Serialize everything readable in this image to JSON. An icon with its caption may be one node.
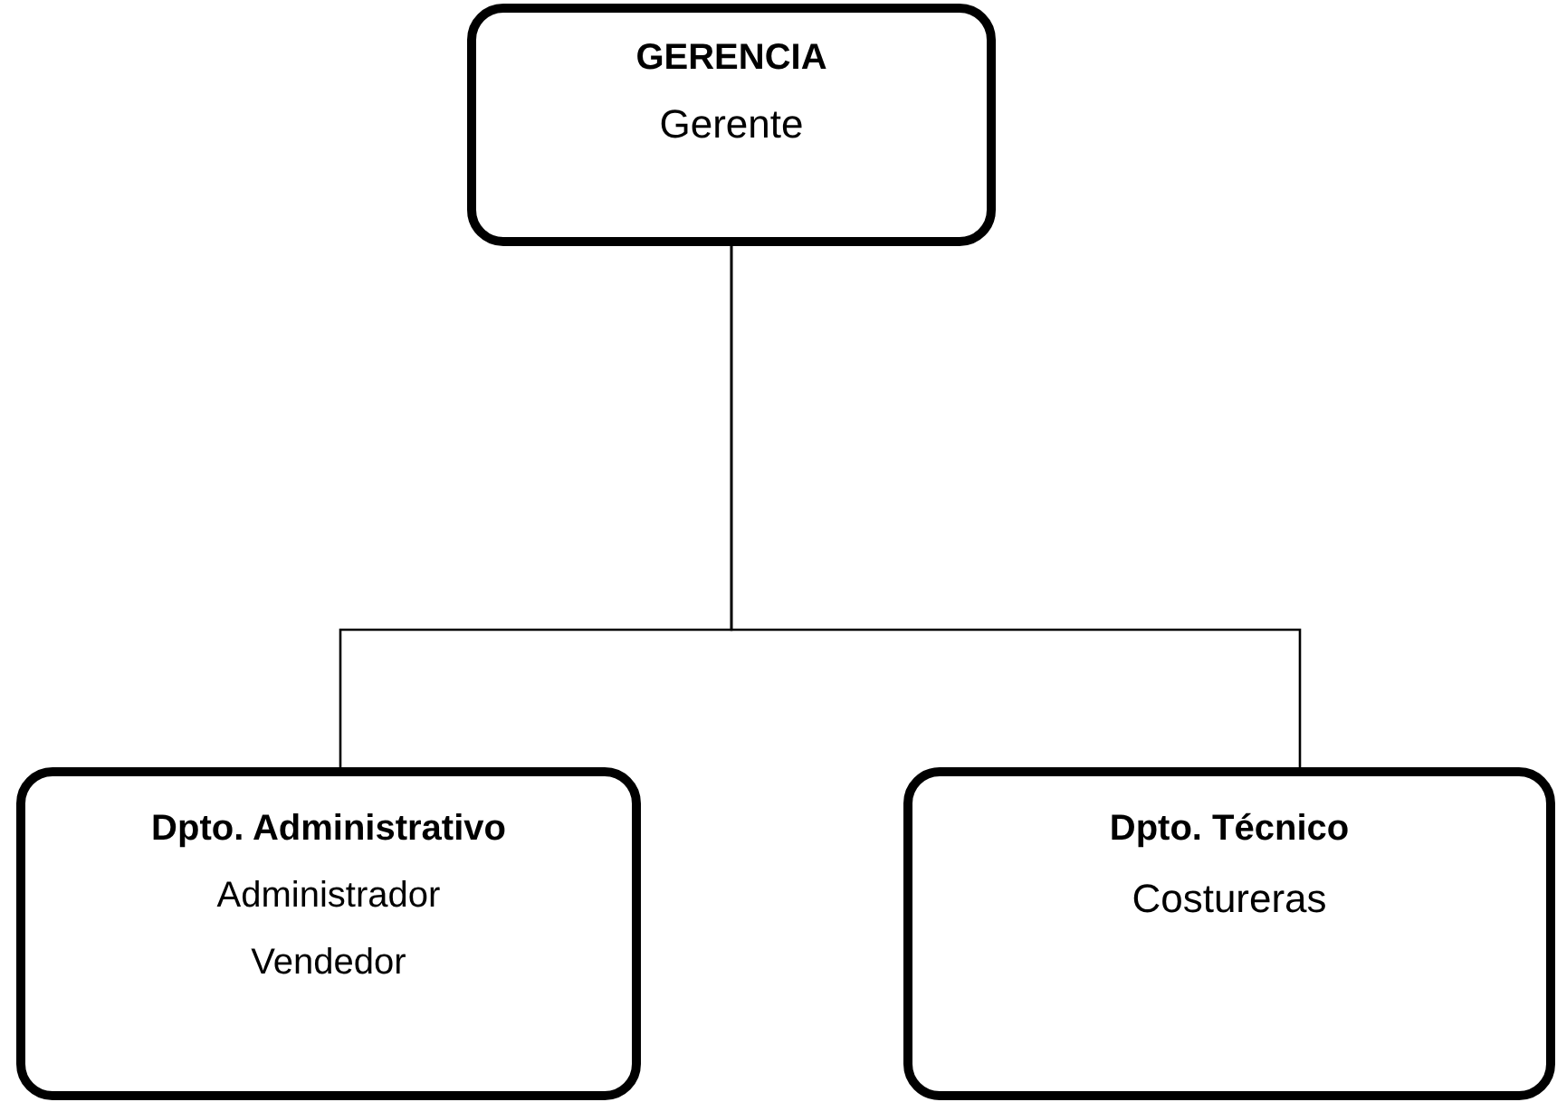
{
  "diagram": {
    "nodes": [
      {
        "text": [
          "GERENCIA",
          "Gerente"
        ]
      },
      {
        "text": [
          "Dpto. Administrativo",
          "Administrador",
          "Vendedor"
        ]
      },
      {
        "text": [
          "Dpto. Técnico",
          "Costureras"
        ]
      }
    ],
    "edges": [
      {
        "from": 0,
        "to": 1,
        "arrow": "none"
      },
      {
        "from": 0,
        "to": 2,
        "arrow": "none"
      }
    ]
  }
}
